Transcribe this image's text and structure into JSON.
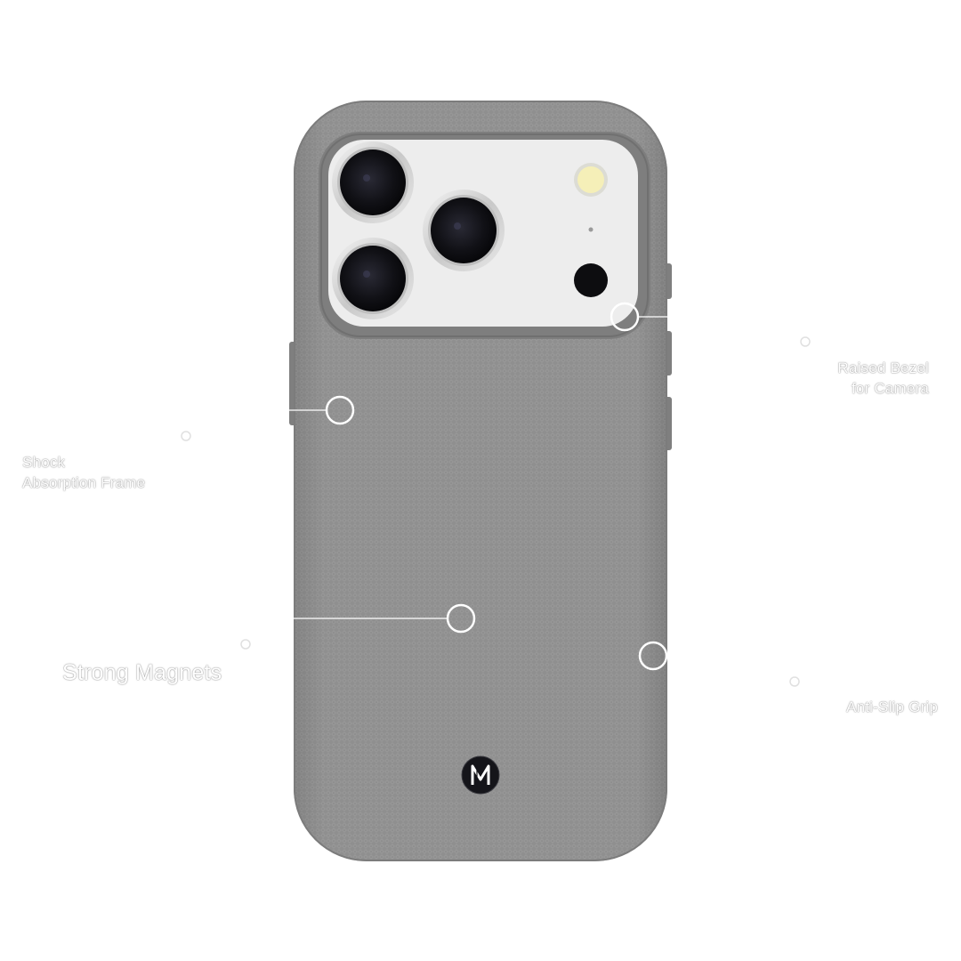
{
  "colors": {
    "case": "#8e8e8e",
    "case_edge": "#7b7b7b",
    "plate": "#ededed",
    "lens_ring": "#dadada",
    "lens": "#121217",
    "flash": "#f5efb8",
    "callout": "#ffffff",
    "logo_bg": "#15151a",
    "logo_fg": "#ffffff"
  },
  "logo": {
    "icon": "brand-logo-icon",
    "text": "M"
  },
  "callouts": [
    {
      "id": "raised-bezel",
      "text": "Raised Bezel\nfor Camera"
    },
    {
      "id": "shock-absorption",
      "text": "Shock\nAbsorption Frame"
    },
    {
      "id": "strong-magnets",
      "text": "Strong Magnets"
    },
    {
      "id": "anti-slip-grip",
      "text": "Anti-Slip Grip"
    }
  ]
}
